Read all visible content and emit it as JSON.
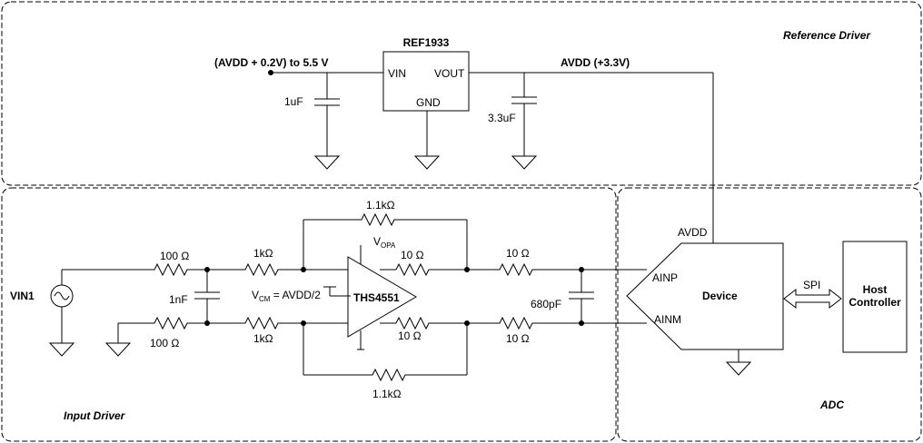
{
  "sections": {
    "reference": "Reference Driver",
    "input": "Input Driver",
    "adc": "ADC"
  },
  "reference": {
    "supply_label": "(AVDD + 0.2V) to 5.5 V",
    "ic_name": "REF1933",
    "vin_pin": "VIN",
    "vout_pin": "VOUT",
    "gnd_pin": "GND",
    "output_label": "AVDD (+3.3V)",
    "cin": "1uF",
    "cout": "3.3uF"
  },
  "input": {
    "source": "VIN1",
    "r_in_top": "100 Ω",
    "r_in_bot": "100 Ω",
    "cap_in": "1nF",
    "r_gain_top": "1kΩ",
    "r_gain_bot": "1kΩ",
    "r_fb_top": "1.1kΩ",
    "r_fb_bot": "1.1kΩ",
    "amp_name": "THS4551",
    "vopa_main": "V",
    "vopa_sub": "OPA",
    "vcm_main": "V",
    "vcm_sub": "CM",
    "vcm_rest": " = AVDD/2",
    "r_out_top": "10 Ω",
    "r_out_bot": "10 Ω",
    "r_flt_top": "10 Ω",
    "r_flt_bot": "10 Ω",
    "cap_out": "680pF"
  },
  "adc": {
    "device": "Device",
    "avdd_pin": "AVDD",
    "ainp_pin": "AINP",
    "ainm_pin": "AINM",
    "interface": "SPI",
    "host_line1": "Host",
    "host_line2": "Controller"
  }
}
